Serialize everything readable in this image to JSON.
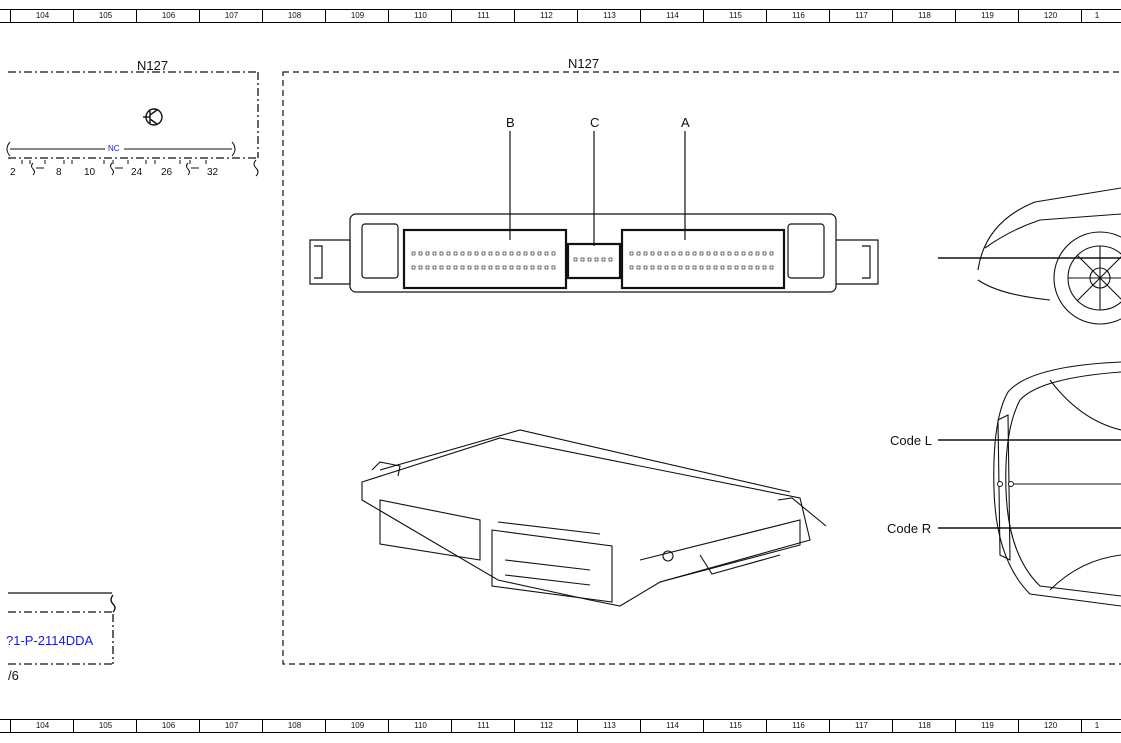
{
  "ruler": {
    "cells": [
      "104",
      "105",
      "106",
      "107",
      "108",
      "109",
      "110",
      "111",
      "112",
      "113",
      "114",
      "115",
      "116",
      "117",
      "118",
      "119",
      "120",
      "1"
    ]
  },
  "left_component": {
    "name": "N127",
    "nc_label": "NC",
    "pins": [
      "2",
      "8",
      "10",
      "24",
      "26",
      "32"
    ],
    "reference": "?1-P-2114DDA",
    "footer": "/6"
  },
  "main_component": {
    "name": "N127",
    "connector_labels": [
      "B",
      "C",
      "A"
    ]
  },
  "vehicle": {
    "code_l": "Code L",
    "code_r": "Code R"
  }
}
